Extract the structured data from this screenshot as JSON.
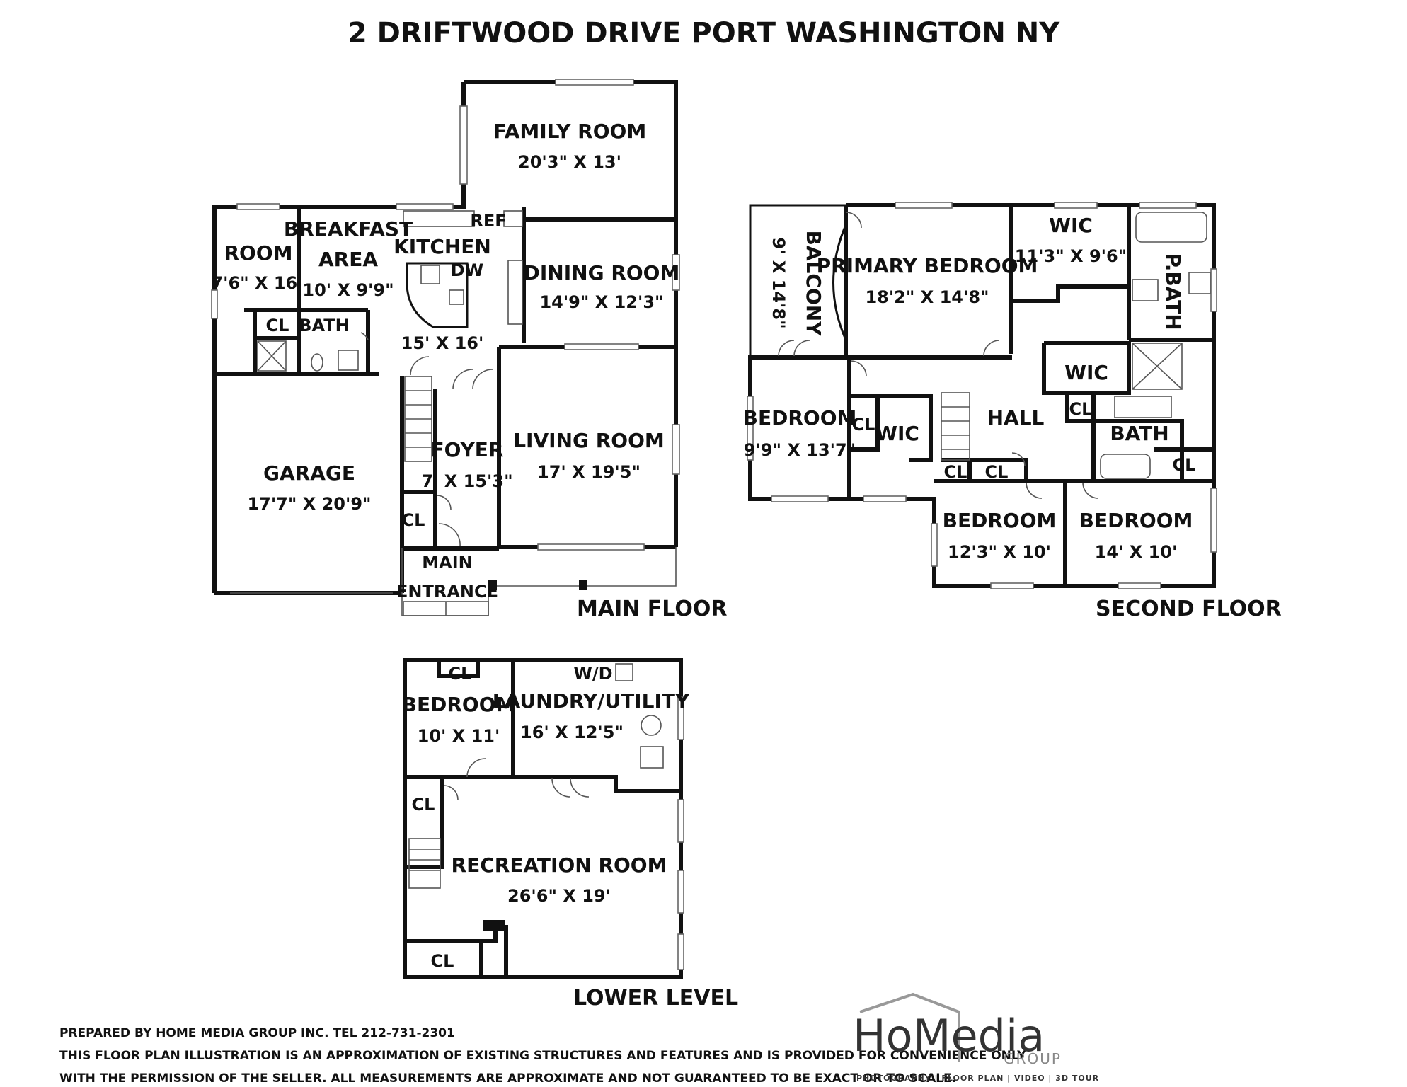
{
  "title": "2 DRIFTWOOD DRIVE PORT WASHINGTON NY",
  "floors": {
    "main": "MAIN FLOOR",
    "second": "SECOND FLOOR",
    "lower": "LOWER LEVEL"
  },
  "main_rooms": {
    "family_room": {
      "name": "FAMILY ROOM",
      "size": "20'3\" X 13'"
    },
    "room": {
      "name": "ROOM",
      "size": "7'6\" X 16'"
    },
    "breakfast_l1": "BREAKFAST",
    "breakfast_l2": "AREA",
    "breakfast_size": "10' X 9'9\"",
    "kitchen": {
      "name": "KITCHEN",
      "size": "15' X 16'"
    },
    "ref": "REF",
    "dw": "DW",
    "dining_room": {
      "name": "DINING ROOM",
      "size": "14'9\" X 12'3\""
    },
    "cl_room": "CL",
    "bath": "BATH",
    "living_room": {
      "name": "LIVING ROOM",
      "size": "17' X 19'5\""
    },
    "garage": {
      "name": "GARAGE",
      "size": "17'7\" X 20'9\""
    },
    "foyer": {
      "name": "FOYER",
      "size": "7' X 15'3\""
    },
    "cl_foyer": "CL",
    "entrance_l1": "MAIN",
    "entrance_l2": "ENTRANCE"
  },
  "second_rooms": {
    "balcony": {
      "name": "BALCONY",
      "size": "9' X 14'8\""
    },
    "primary_bedroom": {
      "name": "PRIMARY BEDROOM",
      "size": "18'2\" X 14'8\""
    },
    "wic_primary": {
      "name": "WIC",
      "size": "11'3\" X 9'6\""
    },
    "pbath": "P.BATH",
    "wic_mid": "WIC",
    "bedroom_left": {
      "name": "BEDROOM",
      "size": "9'9\" X 13'7\""
    },
    "cl_left": "CL",
    "wic_left": "WIC",
    "hall": "HALL",
    "cl_hall": "CL",
    "bath": "BATH",
    "cl_a": "CL",
    "cl_b": "CL",
    "cl_bath": "CL",
    "bedroom_mid": {
      "name": "BEDROOM",
      "size": "12'3\" X 10'"
    },
    "bedroom_right": {
      "name": "BEDROOM",
      "size": "14' X 10'"
    }
  },
  "lower_rooms": {
    "cl_top": "CL",
    "wd": "W/D",
    "bedroom": {
      "name": "BEDROOM",
      "size": "10' X 11'"
    },
    "laundry": {
      "name": "LAUNDRY/UTILITY",
      "size": "16' X 12'5\""
    },
    "cl_left": "CL",
    "recreation": {
      "name": "RECREATION ROOM",
      "size": "26'6\" X 19'"
    },
    "cl_bottom": "CL"
  },
  "footer": {
    "line1": "PREPARED BY  HOME MEDIA GROUP INC.  TEL 212-731-2301",
    "line2": "THIS FLOOR PLAN ILLUSTRATION IS AN APPROXIMATION OF EXISTING STRUCTURES AND FEATURES AND IS PROVIDED FOR CONVENIENCE ONLY",
    "line3": "WITH THE PERMISSION OF THE SELLER. ALL MEASUREMENTS ARE APPROXIMATE AND NOT GUARANTEED TO BE EXACT OR TO SCALE."
  },
  "logo": {
    "ho": "Ho",
    "media": "Media",
    "group": "GROUP",
    "tagline": "PHOTOGRAPHY | FLOOR PLAN | VIDEO | 3D TOUR"
  }
}
